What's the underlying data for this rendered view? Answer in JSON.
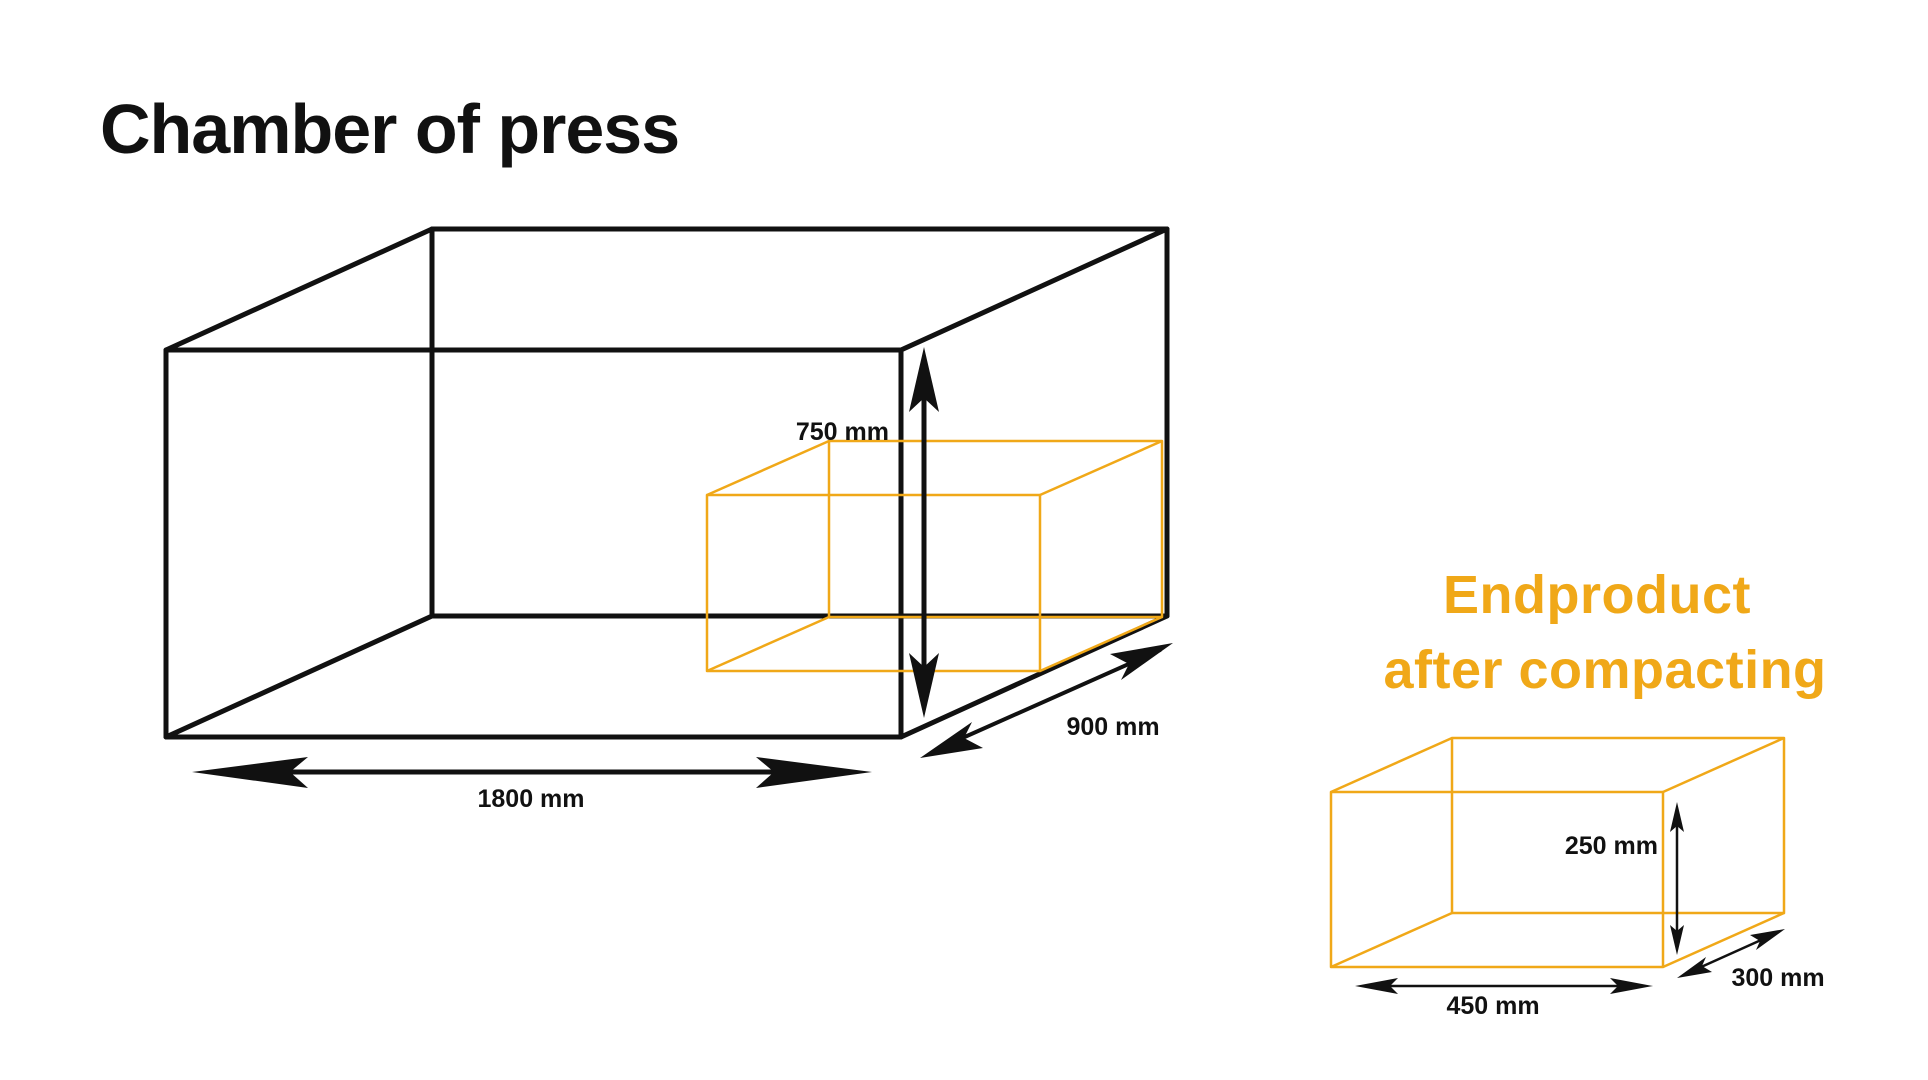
{
  "title": "Chamber of press",
  "endproduct": {
    "line1": "Endproduct",
    "line2": "after compacting"
  },
  "chamber_dimensions": {
    "length": "1800 mm",
    "depth": "900 mm",
    "height": "750 mm"
  },
  "product_dimensions": {
    "length": "450 mm",
    "depth": "300 mm",
    "height": "250 mm"
  },
  "colors": {
    "text": "#111111",
    "accent": "#f0a818",
    "box_outline": "#111111"
  }
}
